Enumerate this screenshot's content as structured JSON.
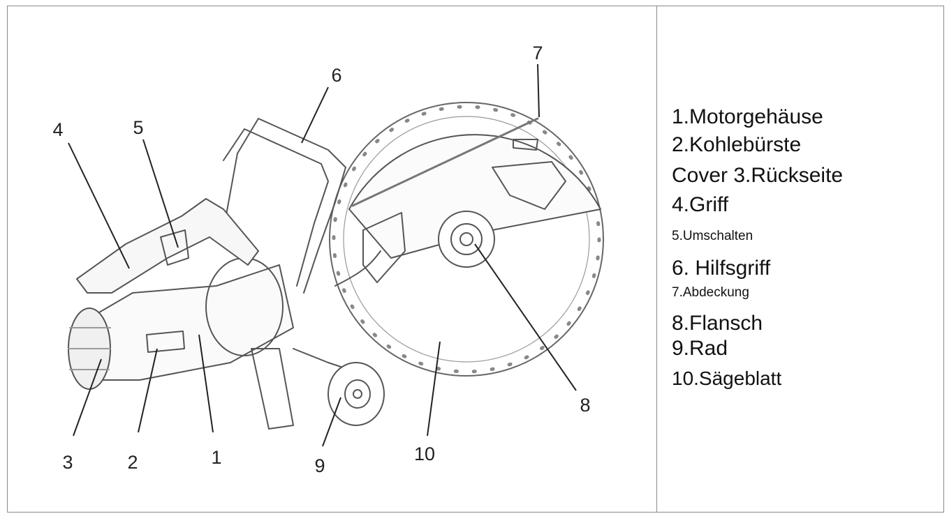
{
  "diagram": {
    "callouts": [
      "1",
      "2",
      "3",
      "4",
      "5",
      "6",
      "7",
      "8",
      "9",
      "10"
    ]
  },
  "legend": {
    "items": [
      "1.Motorgehäuse",
      "2.Kohlebürste",
      "Cover  3.Rückseite",
      "4.Griff",
      "5.Umschalten",
      "6.  Hilfsgriff",
      "7.Abdeckung",
      "8.Flansch",
      "9.Rad",
      "10.Sägeblatt"
    ]
  }
}
